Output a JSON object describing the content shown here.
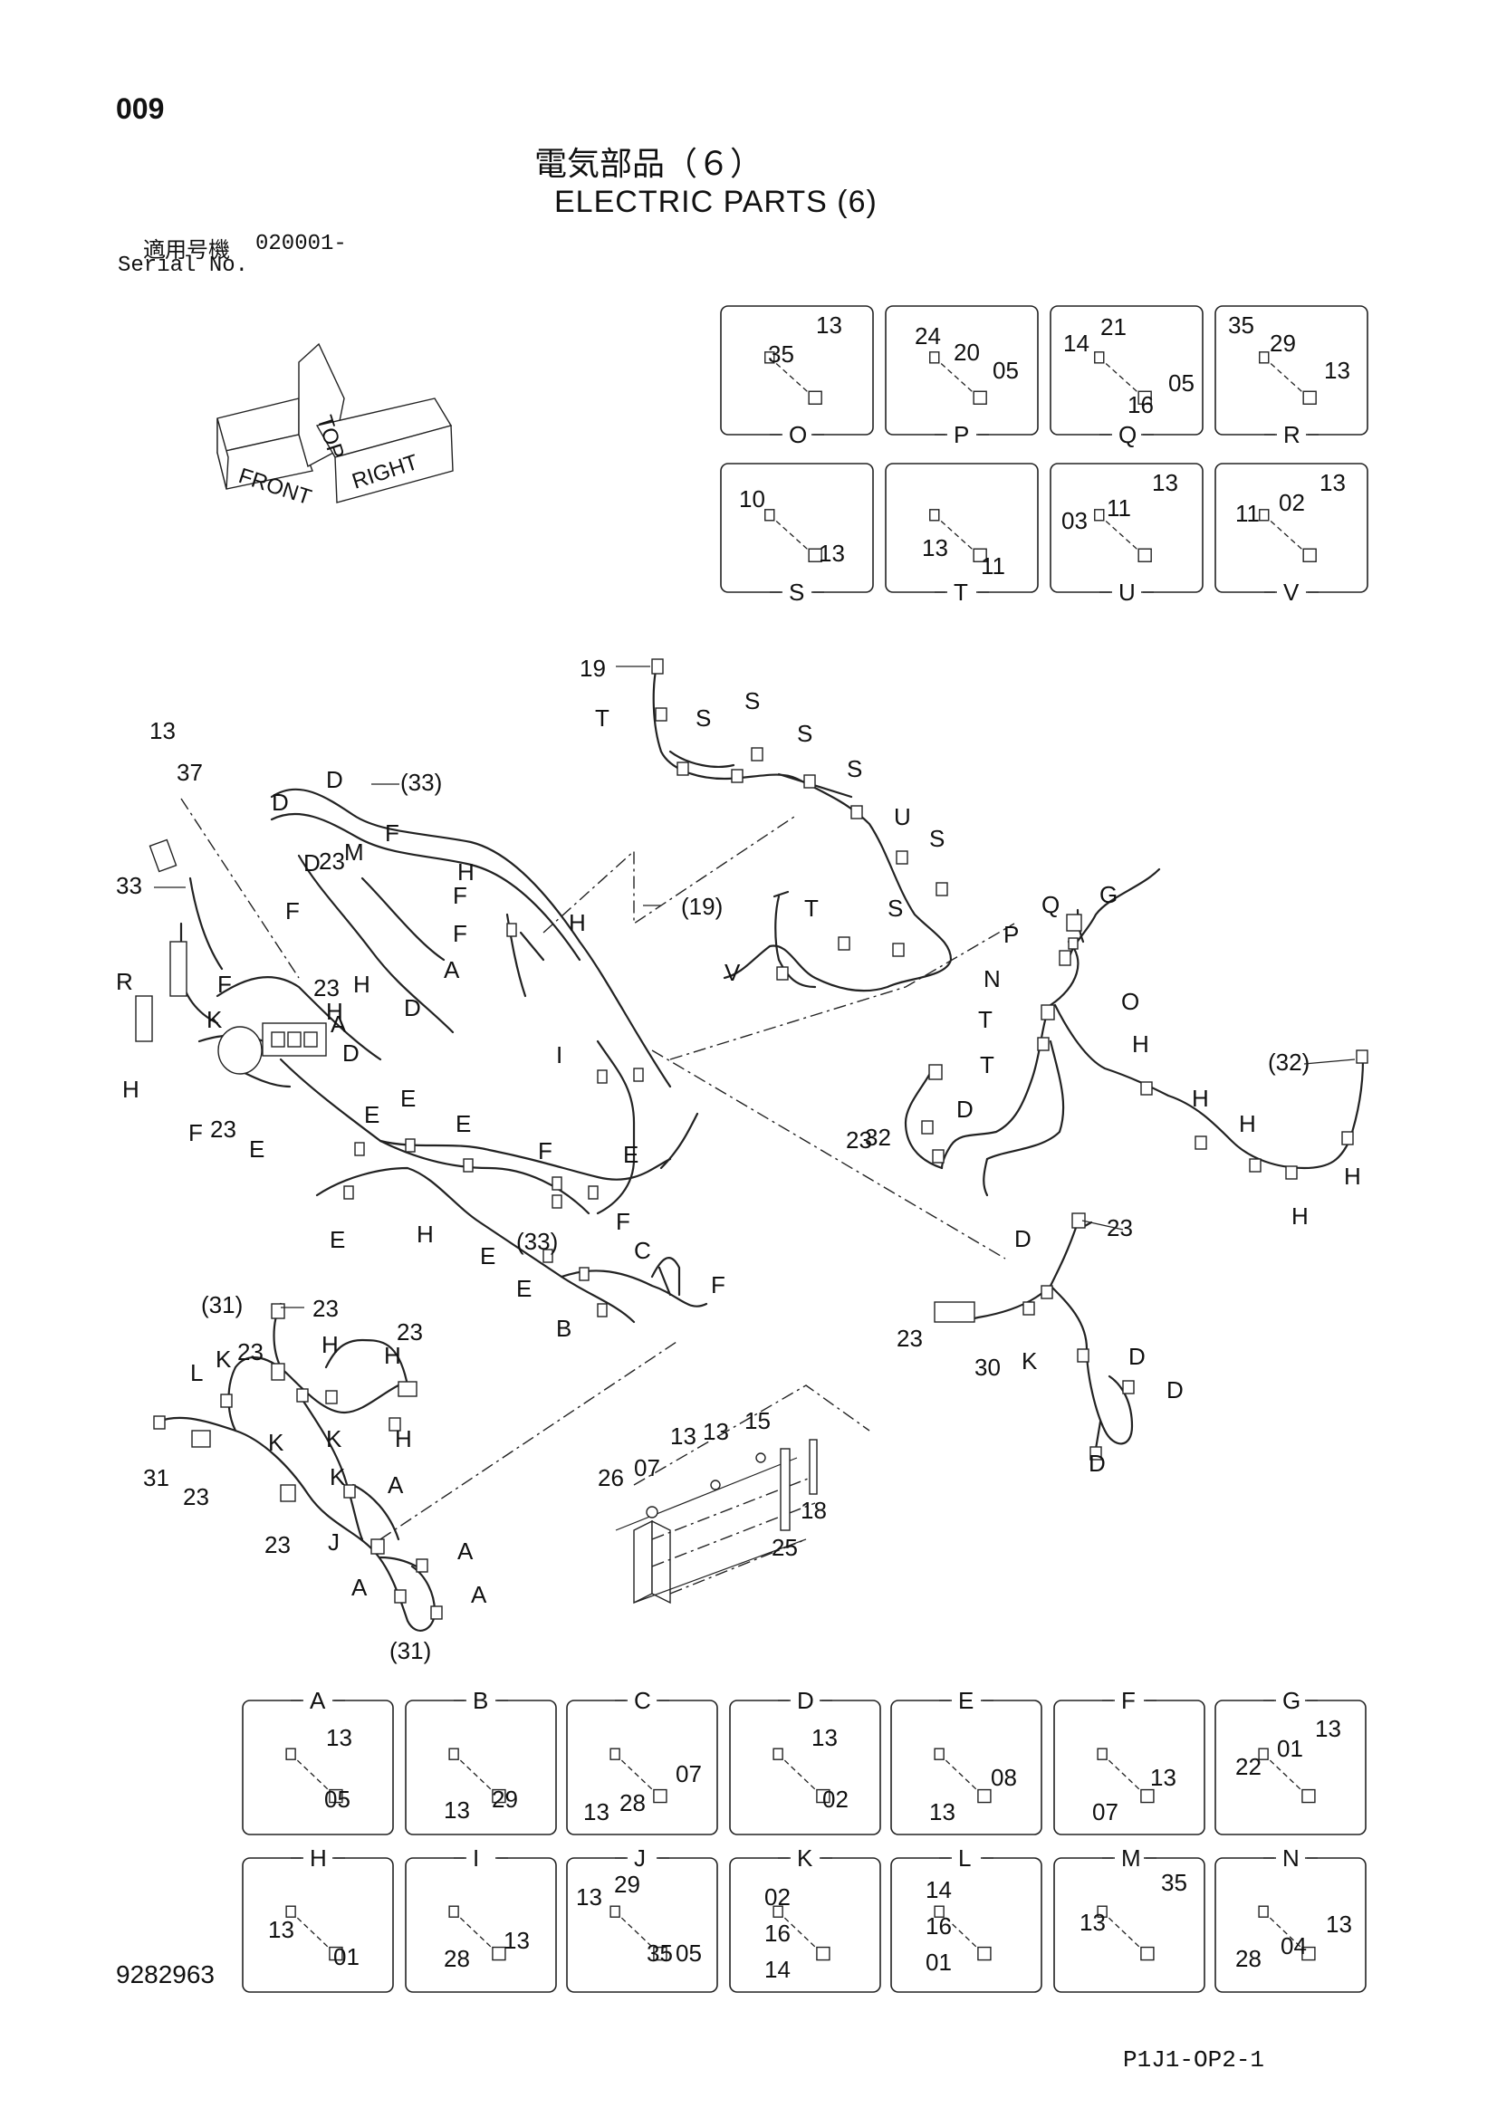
{
  "header": {
    "page_number": "009",
    "title_jp": "電気部品（６）",
    "title_en": "ELECTRIC PARTS (6)",
    "serial_label_jp": "適用号機",
    "serial_value": "020001-",
    "serial_label_en": "Serial No."
  },
  "orientation": {
    "top": "TOP",
    "front": "FRONT",
    "right": "RIGHT"
  },
  "detail_boxes_top": [
    {
      "letter": "O",
      "labels": [
        "35",
        "13"
      ]
    },
    {
      "letter": "P",
      "labels": [
        "24",
        "20",
        "05"
      ]
    },
    {
      "letter": "Q",
      "labels": [
        "14",
        "21",
        "16",
        "05"
      ]
    },
    {
      "letter": "R",
      "labels": [
        "35",
        "29",
        "13"
      ]
    },
    {
      "letter": "S",
      "labels": [
        "10",
        "13"
      ]
    },
    {
      "letter": "T",
      "labels": [
        "13",
        "11"
      ]
    },
    {
      "letter": "U",
      "labels": [
        "03",
        "11",
        "13"
      ]
    },
    {
      "letter": "V",
      "labels": [
        "11",
        "02",
        "13"
      ]
    }
  ],
  "detail_boxes_bottom": [
    {
      "letter": "A",
      "labels": [
        "13",
        "05"
      ]
    },
    {
      "letter": "B",
      "labels": [
        "13",
        "29"
      ]
    },
    {
      "letter": "C",
      "labels": [
        "13",
        "28",
        "07"
      ]
    },
    {
      "letter": "D",
      "labels": [
        "13",
        "02"
      ]
    },
    {
      "letter": "E",
      "labels": [
        "13",
        "08"
      ]
    },
    {
      "letter": "F",
      "labels": [
        "07",
        "13"
      ]
    },
    {
      "letter": "G",
      "labels": [
        "22",
        "01",
        "13"
      ]
    },
    {
      "letter": "H",
      "labels": [
        "13",
        "01"
      ]
    },
    {
      "letter": "I",
      "labels": [
        "28",
        "13"
      ]
    },
    {
      "letter": "J",
      "labels": [
        "13",
        "29",
        "35",
        "05"
      ]
    },
    {
      "letter": "K",
      "labels": [
        "02",
        "16",
        "14"
      ]
    },
    {
      "letter": "L",
      "labels": [
        "14",
        "16",
        "01"
      ]
    },
    {
      "letter": "M",
      "labels": [
        "13",
        "35"
      ]
    },
    {
      "letter": "N",
      "labels": [
        "28",
        "04",
        "13"
      ]
    }
  ],
  "callouts": {
    "harness_33": [
      "13",
      "37",
      "33",
      "(33)",
      "D",
      "D",
      "D",
      "23",
      "M",
      "F",
      "H",
      "F",
      "F",
      "F",
      "23",
      "H",
      "A",
      "D",
      "H",
      "R",
      "H",
      "F",
      "K",
      "A",
      "D",
      "F",
      "23",
      "E",
      "E",
      "E",
      "E",
      "F",
      "E",
      "E",
      "H",
      "(33)",
      "E",
      "E",
      "F",
      "C",
      "F",
      "B",
      "I",
      "H"
    ],
    "harness_19": [
      "19",
      "T",
      "S",
      "S",
      "S",
      "S",
      "U",
      "S",
      "(19)",
      "T",
      "S",
      "V"
    ],
    "harness_32": [
      "Q",
      "G",
      "P",
      "N",
      "O",
      "T",
      "T",
      "H",
      "(32)",
      "23",
      "32",
      "D",
      "H",
      "H",
      "H",
      "H"
    ],
    "harness_30": [
      "D",
      "23",
      "23",
      "30",
      "K",
      "D",
      "D",
      "D"
    ],
    "harness_31": [
      "(31)",
      "23",
      "23",
      "L",
      "K",
      "23",
      "H",
      "H",
      "K",
      "K",
      "H",
      "K",
      "31",
      "23",
      "A",
      "23",
      "J",
      "A",
      "A",
      "A",
      "(31)"
    ],
    "bracket": [
      "26",
      "07",
      "13",
      "13",
      "15",
      "18",
      "25"
    ]
  },
  "footer": {
    "drawing_number": "9282963",
    "page_code": "P1J1-OP2-1"
  }
}
